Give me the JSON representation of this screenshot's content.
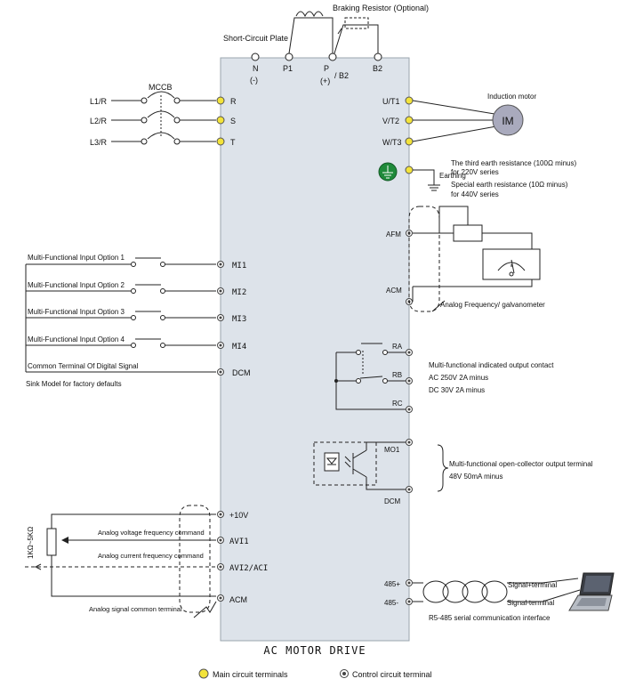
{
  "drive": {
    "title": "AC MOTOR DRIVE",
    "panel_color": "#dde3ea"
  },
  "top": {
    "braking_resistor": "Braking Resistor (Optional)",
    "short_circuit_plate": "Short-Circuit Plate",
    "n_label": "N",
    "n_sign": "(-)",
    "p1_label": "P1",
    "p_label": "P",
    "p_sign": "(+)",
    "b2_label_p": "/ B2",
    "b2_label": "B2"
  },
  "power_input": {
    "mccb": "MCCB",
    "lines": [
      "L1/R",
      "L2/R",
      "L3/R"
    ],
    "terminals": [
      "R",
      "S",
      "T"
    ]
  },
  "motor_output": {
    "terminals": [
      "U/T1",
      "V/T2",
      "W/T3"
    ],
    "motor_label": "Induction motor",
    "motor_symbol": "IM",
    "earthing": "Earthing",
    "earth_note_1": "The third earth resistance (100Ω minus)",
    "earth_note_2": "for 220V series",
    "earth_note_3": "Special earth resistance (10Ω minus)",
    "earth_note_4": "for 440V series"
  },
  "analog_out": {
    "afm": "AFM",
    "acm": "ACM",
    "meter_label": "Analog Frequency/ galvanometer"
  },
  "inputs": {
    "options": [
      "Multi-Functional Input Option 1",
      "Multi-Functional Input Option 2",
      "Multi-Functional Input Option 3",
      "Multi-Functional Input Option 4",
      "Common Terminal Of Digital Signal"
    ],
    "terminals": [
      "MI1",
      "MI2",
      "MI3",
      "MI4",
      "DCM"
    ],
    "sink_note": "Sink Model for factory defaults"
  },
  "relay": {
    "terminals": [
      "RA",
      "RB",
      "RC"
    ],
    "note_1": "Multi-functional indicated output contact",
    "note_2": "AC 250V 2A minus",
    "note_3": "DC 30V 2A minus"
  },
  "open_collector": {
    "terminals": [
      "MO1",
      "DCM"
    ],
    "note_1": "Multi-functional open-collector output terminal",
    "note_2": "48V 50mA minus"
  },
  "analog_in": {
    "terminals": [
      "+10V",
      "AVI1",
      "AVI2/ACI",
      "ACM"
    ],
    "pot_label": "1KΩ~5KΩ",
    "voltage_cmd": "Analog voltage frequency command",
    "current_cmd": "Analog current frequency command",
    "common": "Analog signal common terminal"
  },
  "rs485": {
    "plus": "485+",
    "minus": "485-",
    "sig_plus": "Signal+terminal",
    "sig_minus": "Signal-terminal",
    "note": "R5-485 serial communication interface"
  },
  "legend": {
    "main": "Main circuit terminals",
    "control": "Control circuit terminal"
  }
}
